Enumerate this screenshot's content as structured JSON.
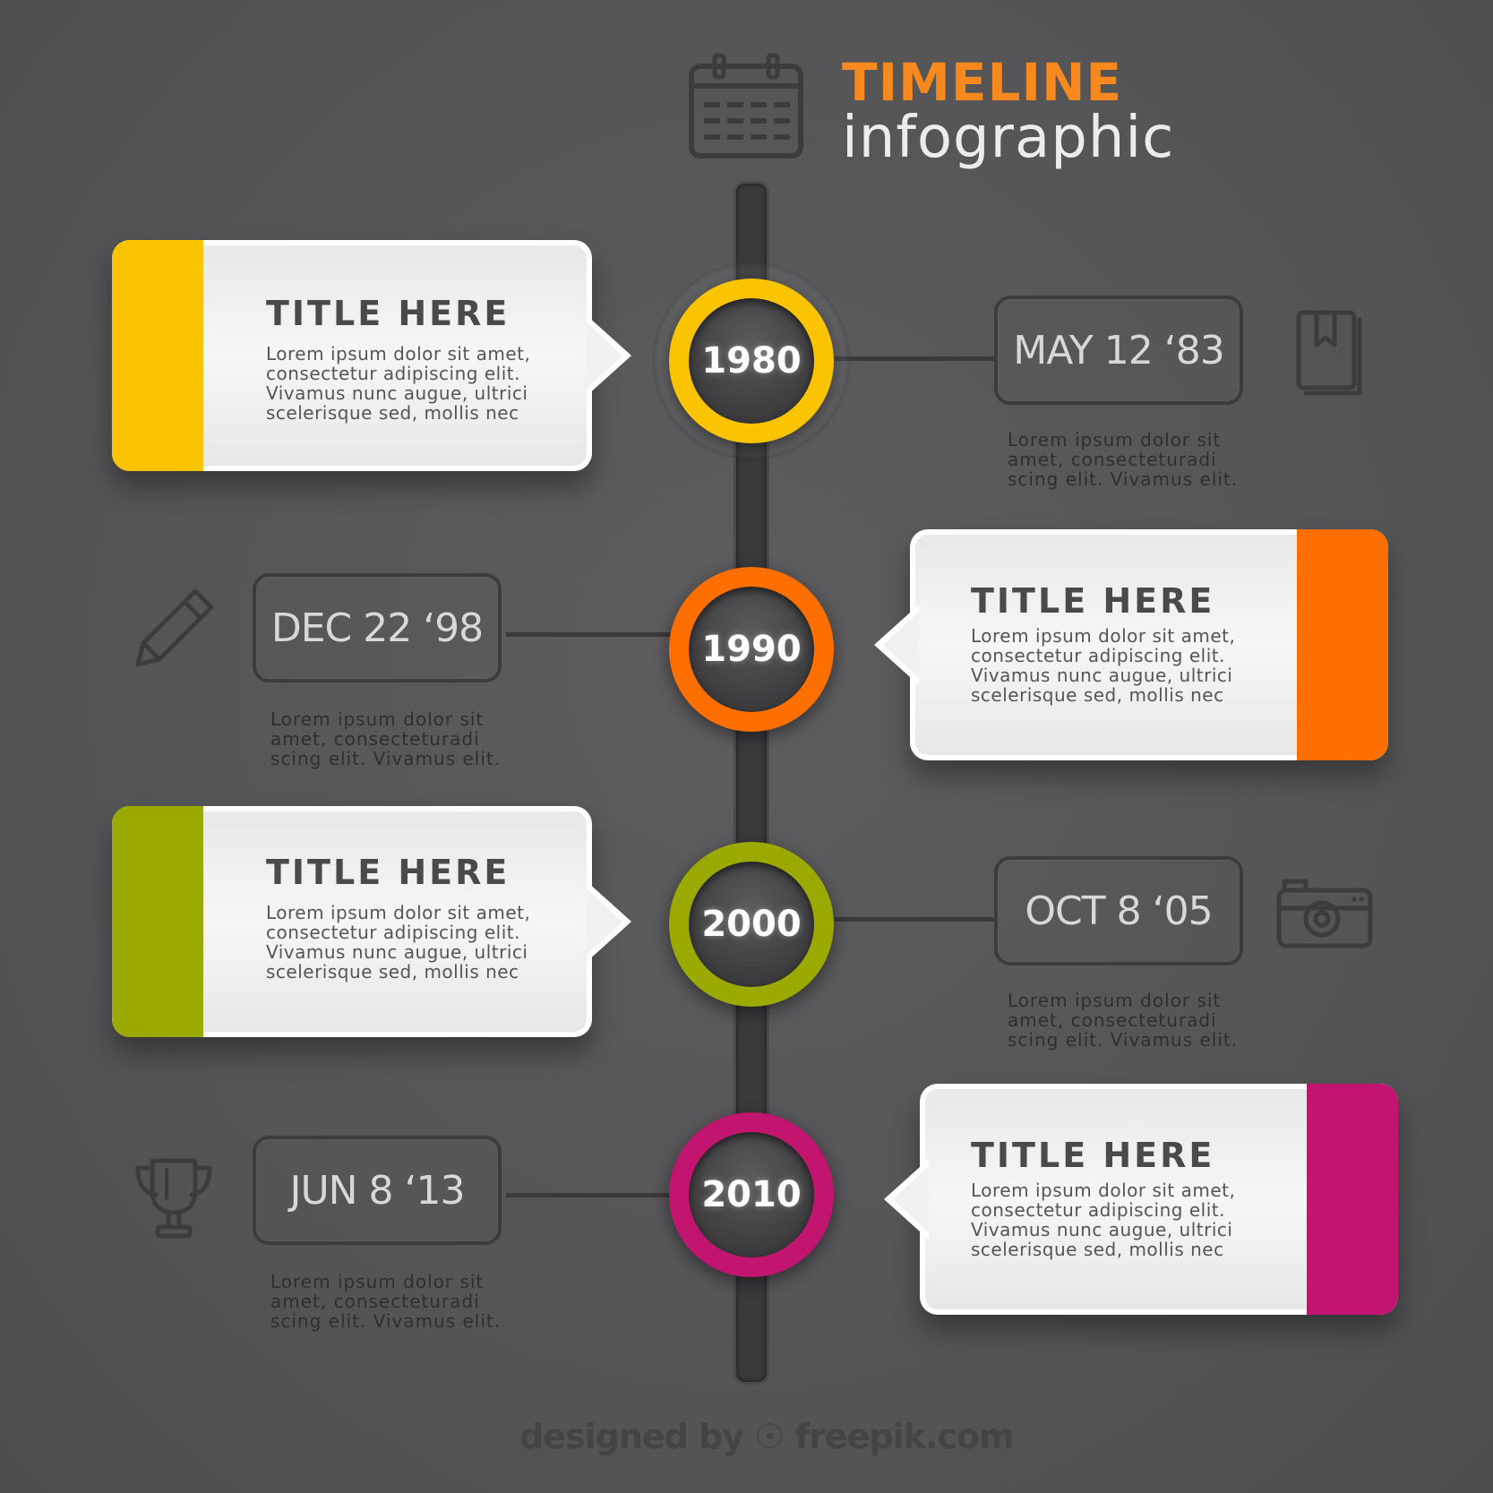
{
  "header": {
    "title": "TIMELINE",
    "subtitle": "infographic"
  },
  "milestones": [
    {
      "year": "1980",
      "color": "#fbc400",
      "card": {
        "title": "TITLE HERE",
        "text": "Lorem ipsum dolor sit amet,\nconsectetur adipiscing elit.\nVivamus nunc augue, ultrici\nscelerisque sed, mollis nec"
      },
      "date": "MAY 12 ‘83",
      "desc": "Lorem ipsum dolor sit\namet, consecteturadi\nscing elit. Vivamus elit.",
      "icon": "book-icon"
    },
    {
      "year": "1990",
      "color": "#ff6f00",
      "card": {
        "title": "TITLE HERE",
        "text": "Lorem ipsum dolor sit amet,\nconsectetur adipiscing elit.\nVivamus nunc augue, ultrici\nscelerisque sed, mollis nec"
      },
      "date": "DEC 22 ‘98",
      "desc": "Lorem ipsum dolor sit\namet, consecteturadi\nscing elit. Vivamus elit.",
      "icon": "pencil-icon"
    },
    {
      "year": "2000",
      "color": "#9aaa00",
      "card": {
        "title": "TITLE HERE",
        "text": "Lorem ipsum dolor sit amet,\nconsectetur adipiscing elit.\nVivamus nunc augue, ultrici\nscelerisque sed, mollis nec"
      },
      "date": "OCT 8 ‘05",
      "desc": "Lorem ipsum dolor sit\namet, consecteturadi\nscing elit. Vivamus elit.",
      "icon": "camera-icon"
    },
    {
      "year": "2010",
      "color": "#c1156f",
      "card": {
        "title": "TITLE HERE",
        "text": "Lorem ipsum dolor sit amet,\nconsectetur adipiscing elit.\nVivamus nunc augue, ultrici\nscelerisque sed, mollis nec"
      },
      "date": "JUN 8 ‘13",
      "desc": "Lorem ipsum dolor sit\namet, consecteturadi\nscing elit. Vivamus elit.",
      "icon": "trophy-icon"
    }
  ],
  "credit": "designed by ☉ freepik.com"
}
